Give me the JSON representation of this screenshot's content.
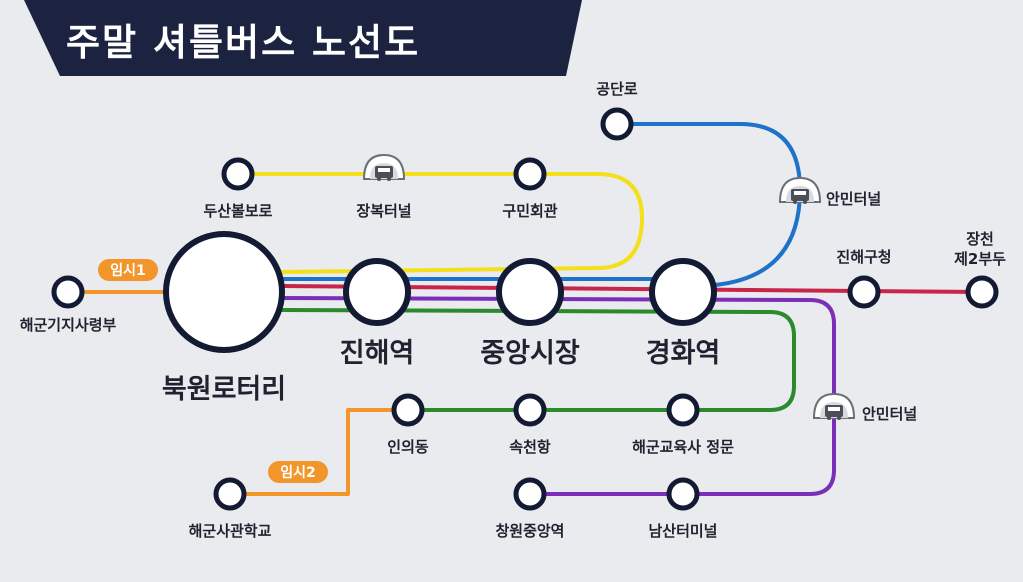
{
  "title": "주말 셔틀버스 노선도",
  "colors": {
    "background": "#e9ebee",
    "title_band": "#1c2340",
    "yellow_line": "#f4df1c",
    "blue_line": "#1e72c9",
    "red_line": "#c8254b",
    "purple_line": "#7b2fb8",
    "green_line": "#2a8a2c",
    "orange_line": "#f2962b",
    "stop_ring": "#131a33"
  },
  "stations": {
    "dusanbobro": "두산볼보로",
    "jangbok_tunnel": "장복터널",
    "gumin_hall": "구민회관",
    "gongdan_ro": "공단로",
    "anmin_tunnel_top": "안민터널",
    "navy_base_hq": "해군기지사령부",
    "bukwon_rotary": "북원로터리",
    "jinhae_station": "진해역",
    "jungang_market": "중앙시장",
    "gyeonghwa_station": "경화역",
    "jinhae_gu_office": "진해구청",
    "jangcheon_line1": "장천",
    "jangcheon_line2": "제2부두",
    "anmin_tunnel_bottom": "안민터널",
    "inui_dong": "인의동",
    "sokcheon_hang": "속천항",
    "naval_school_gate": "해군교육사 정문",
    "naval_academy": "해군사관학교",
    "changwon_jungang_station": "창원중앙역",
    "namsan_terminal": "남산터미널"
  },
  "badges": {
    "temp1": "임시1",
    "temp2": "임시2"
  },
  "icons": {
    "tunnel": "tunnel-bus-icon"
  }
}
